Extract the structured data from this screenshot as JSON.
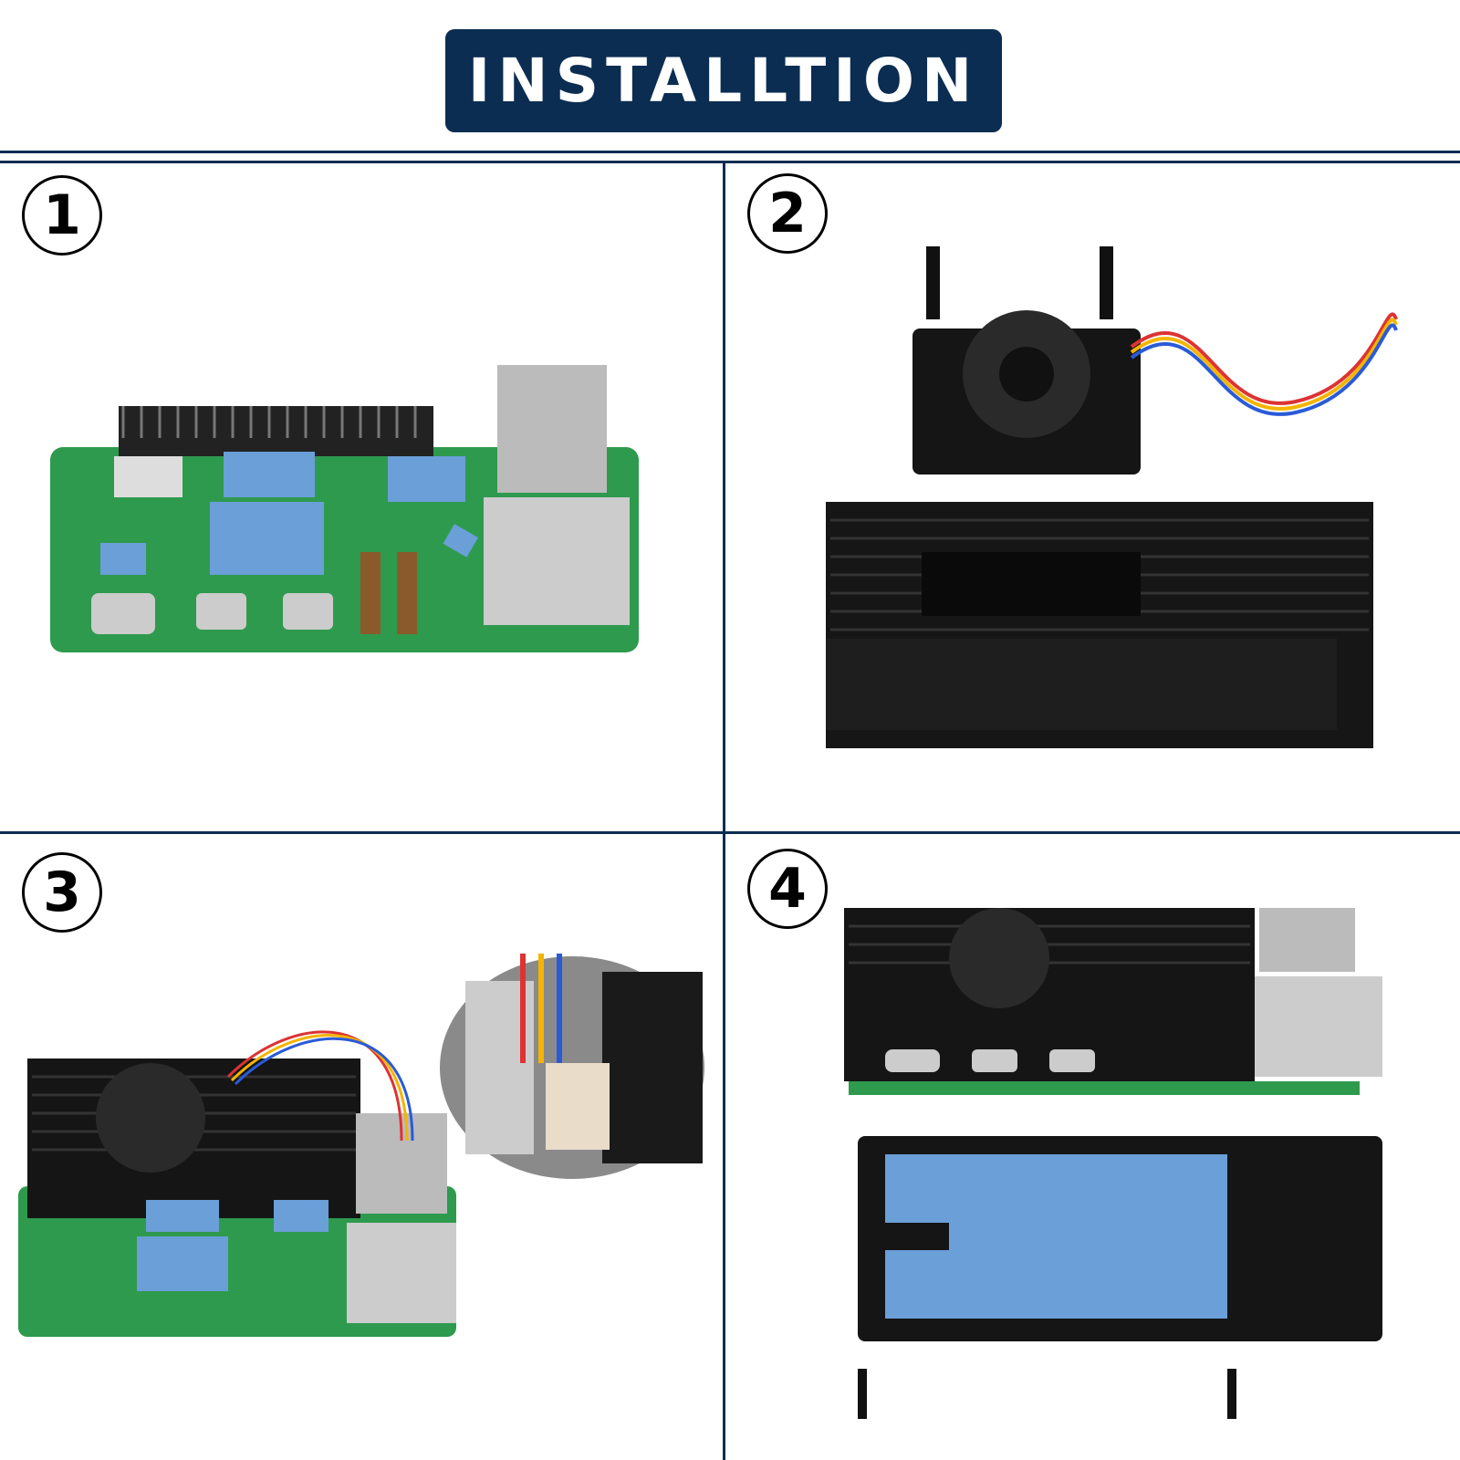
{
  "title": "INSTALLTION",
  "steps": [
    {
      "number": "1"
    },
    {
      "number": "2"
    },
    {
      "number": "3"
    },
    {
      "number": "4"
    }
  ],
  "colors": {
    "accent": "#0b2d52",
    "board": "#2e9a4e",
    "pad": "#6a9fd8",
    "case": "#151515"
  }
}
